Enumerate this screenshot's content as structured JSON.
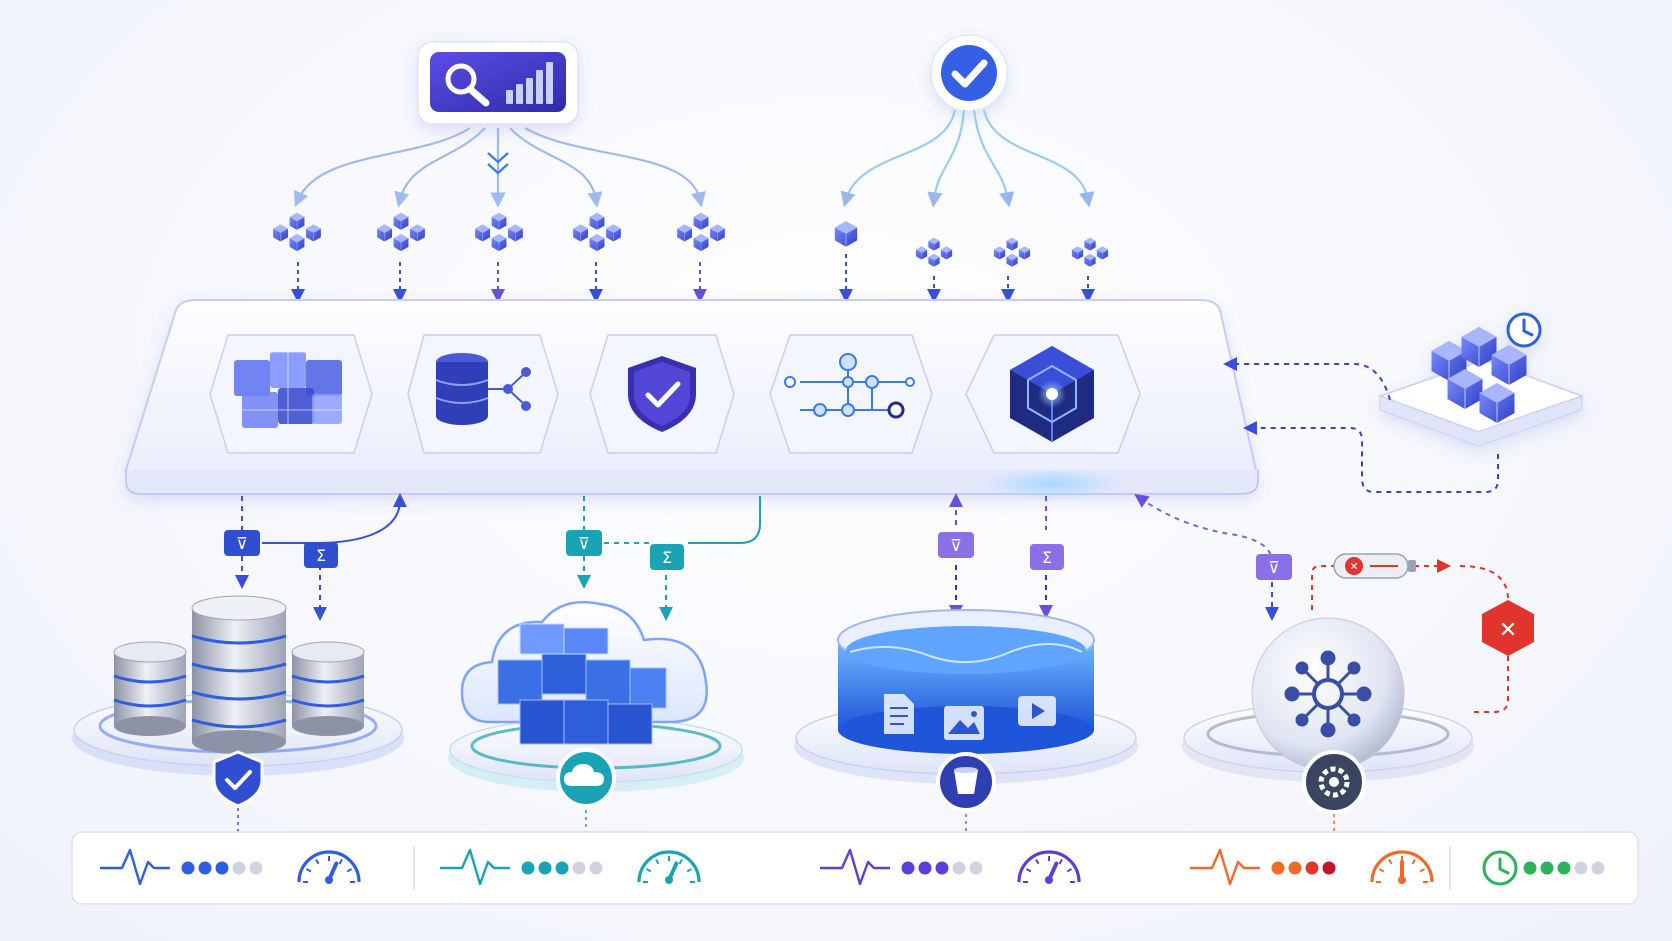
{
  "colors": {
    "primary": "#3f3fd1",
    "blue": "#2f6fe6",
    "teal": "#1aa3b4",
    "violet": "#7b5fe0",
    "red": "#e0342c",
    "orange": "#f06a2c",
    "green": "#2bb35a",
    "platform_edge": "#b9c3f2"
  },
  "top_sources": [
    {
      "name": "search-analytics-node",
      "icons": [
        "magnifier-icon",
        "bar-chart-icon"
      ]
    },
    {
      "name": "validation-node",
      "icons": [
        "check-icon"
      ]
    }
  ],
  "platform_modules": [
    {
      "name": "cube-grid-module",
      "icon": "cube-grid-icon"
    },
    {
      "name": "database-lineage-module",
      "icon": "database-network-icon"
    },
    {
      "name": "security-module",
      "icon": "shield-check-icon"
    },
    {
      "name": "workflow-module",
      "icon": "workflow-graph-icon"
    },
    {
      "name": "core-engine-module",
      "icon": "glowing-cube-icon"
    }
  ],
  "operator_symbols": {
    "filter": "⊽",
    "sum": "Σ"
  },
  "storage_nodes": [
    {
      "name": "database-cluster",
      "badge_icon": "shield-check-icon",
      "accent": "#2f5fe0"
    },
    {
      "name": "cloud-cube-store",
      "badge_icon": "cloud-icon",
      "accent": "#1aa3b4"
    },
    {
      "name": "data-lake",
      "badge_icon": "bucket-icon",
      "accent": "#4a3fd0"
    },
    {
      "name": "network-hub-sphere",
      "badge_icon": "gear-icon",
      "accent": "#5a6aa0"
    }
  ],
  "side_node": {
    "name": "scheduled-cube-store",
    "icons": [
      "cubes-icon",
      "clock-icon"
    ]
  },
  "error_path": {
    "icons": [
      "error-pill-icon",
      "error-hexagon-icon"
    ],
    "symbol": "✕"
  },
  "monitor_groups": [
    {
      "name": "monitor-group-1",
      "color": "#2f5fe0",
      "dots_on": 3,
      "dots_total": 5,
      "gauge": 0.62
    },
    {
      "name": "monitor-group-2",
      "color": "#1aa3b4",
      "dots_on": 3,
      "dots_total": 5,
      "gauge": 0.62
    },
    {
      "name": "monitor-group-3",
      "color": "#5b3fd6",
      "dots_on": 3,
      "dots_total": 5,
      "gauge": 0.62
    },
    {
      "name": "monitor-group-4",
      "color": "#f06a2c",
      "dots_on": 3,
      "dots_total": 4,
      "gauge": 0.5,
      "dot_colors": [
        "#f06a2c",
        "#f06a2c",
        "#e0342c",
        "#c4122a"
      ]
    },
    {
      "name": "monitor-group-5",
      "color": "#2bb35a",
      "dots_on": 3,
      "dots_total": 5,
      "has_clock": true
    }
  ]
}
